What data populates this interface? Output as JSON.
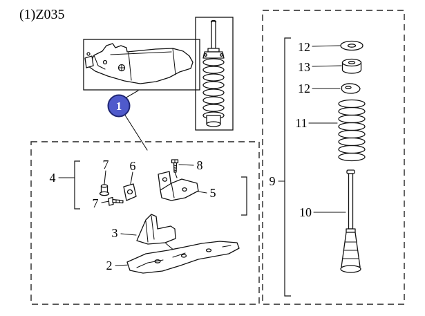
{
  "labels": {
    "title": "(1)Z035",
    "callout1": "1",
    "p2": "2",
    "p3": "3",
    "p4": "4",
    "p5": "5",
    "p6": "6",
    "p7a": "7",
    "p7b": "7",
    "p8": "8",
    "p9": "9",
    "p10": "10",
    "p11": "11",
    "p12a": "12",
    "p12b": "12",
    "p13": "13"
  },
  "colors": {
    "callout_fill": "#4f5acb",
    "callout_border": "#1f2673",
    "line": "#111111"
  }
}
